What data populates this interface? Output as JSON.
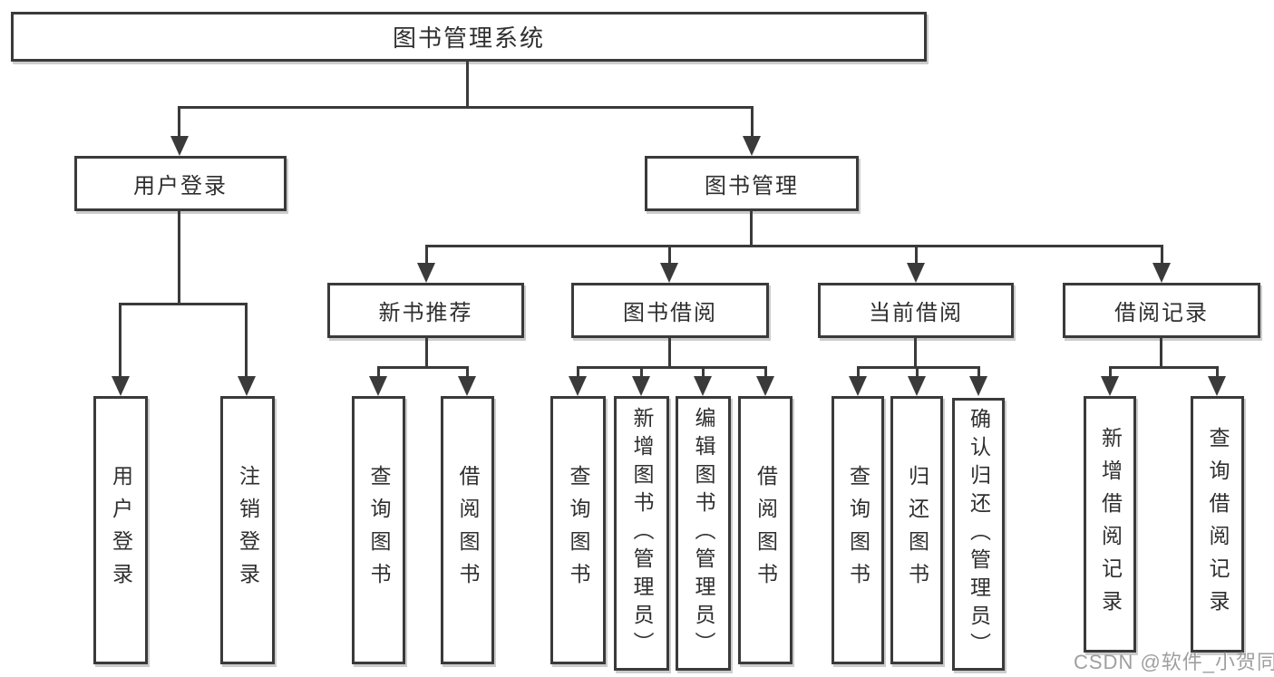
{
  "diagram": {
    "title": "图书管理系统",
    "branches": [
      {
        "label": "用户登录",
        "children": [
          "用户登录",
          "注销登录"
        ]
      },
      {
        "label": "图书管理",
        "groups": [
          {
            "label": "新书推荐",
            "children": [
              "查询图书",
              "借阅图书"
            ]
          },
          {
            "label": "图书借阅",
            "children": [
              "查询图书",
              "新增图书（管理员）",
              "编辑图书（管理员）",
              "借阅图书"
            ]
          },
          {
            "label": "当前借阅",
            "children": [
              "查询图书",
              "归还图书",
              "确认归还（管理员）"
            ]
          },
          {
            "label": "借阅记录",
            "children": [
              "新增借阅记录",
              "查询借阅记录"
            ]
          }
        ]
      }
    ]
  },
  "watermark": "CSDN @软件_小贺同学",
  "colors": {
    "line": "#3a3a3a",
    "text": "#2f2f2f",
    "background": "#ffffff",
    "watermark": "#8a8a8a"
  }
}
